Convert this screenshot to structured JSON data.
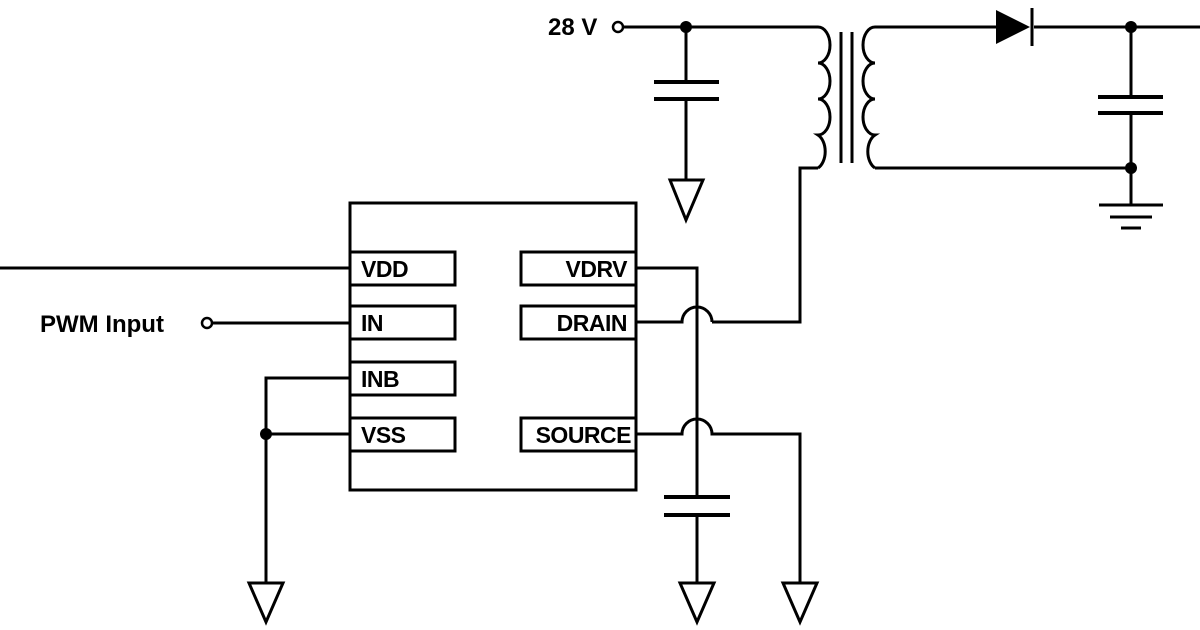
{
  "supply": {
    "label": "28 V"
  },
  "input": {
    "label": "PWM Input"
  },
  "chip": {
    "left_pins": [
      "VDD",
      "IN",
      "INB",
      "VSS"
    ],
    "right_pins": [
      "VDRV",
      "DRAIN",
      "SOURCE"
    ]
  }
}
